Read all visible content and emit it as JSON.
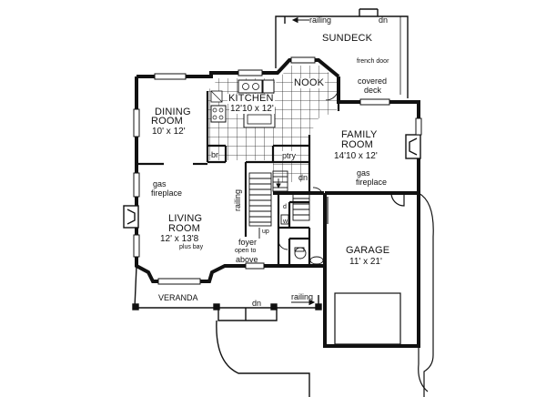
{
  "rooms": {
    "sundeck": "SUNDECK",
    "nook": "NOOK",
    "kitchen": "KITCHEN",
    "kitchen_dim": "12'10 x 12'",
    "dining": "DINING",
    "dining_room": "ROOM",
    "dining_dim": "10' x 12'",
    "family": "FAMILY",
    "family_room": "ROOM",
    "family_dim": "14'10 x 12'",
    "living": "LIVING",
    "living_room": "ROOM",
    "living_dim": "12' x 13'8",
    "living_plus": "plus bay",
    "garage": "GARAGE",
    "garage_dim": "11' x 21'",
    "veranda": "VERANDA"
  },
  "notes": {
    "railing_top": "railing",
    "dn_top": "dn",
    "french_door": "french door",
    "covered": "covered",
    "deck": "deck",
    "br": "br",
    "ptry": "ptry",
    "gas_family": "gas",
    "fireplace_family": "fireplace",
    "gas_living": "gas",
    "fireplace_living": "fireplace",
    "railing_stair": "railing",
    "dn_stair": "dn",
    "up": "up",
    "d": "d",
    "w": "w",
    "foyer": "foyer",
    "open_to": "open to",
    "above": "above",
    "dn_veranda": "dn",
    "railing_veranda": "railing"
  }
}
